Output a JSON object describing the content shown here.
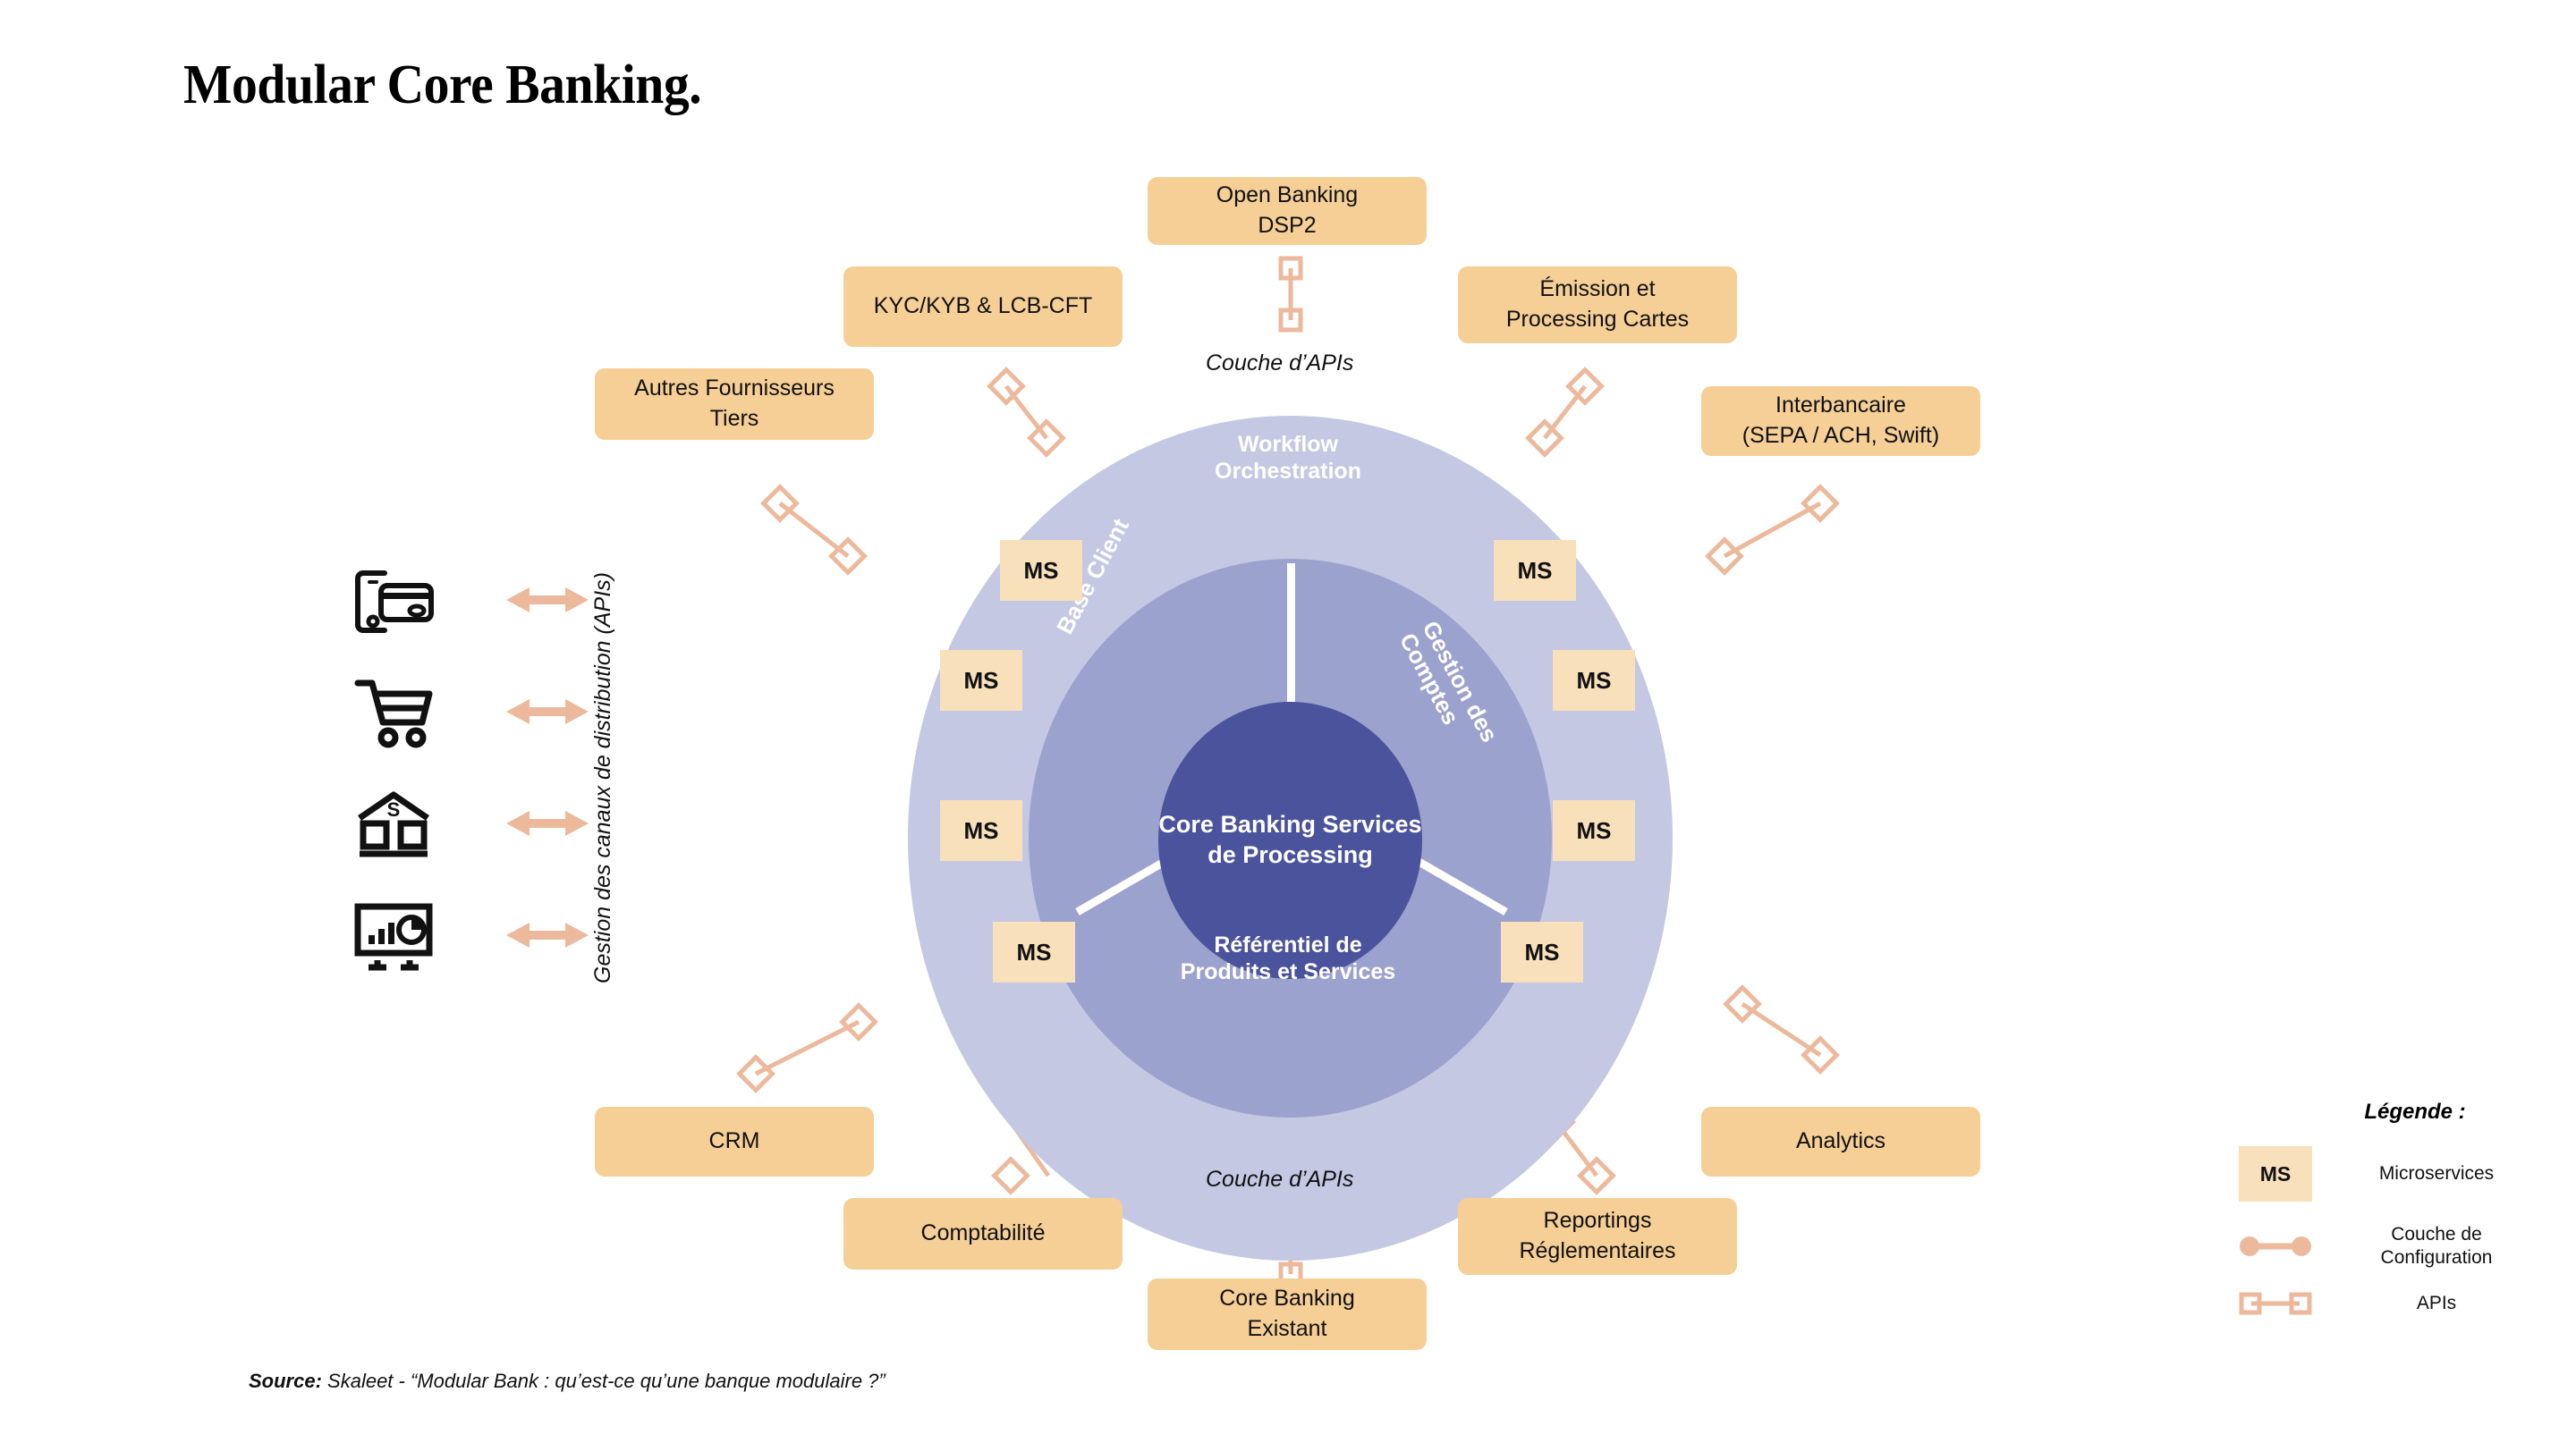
{
  "title": "Modular Core Banking.",
  "source": {
    "prefix": "Source:",
    "text": " Skaleet - “Modular Bank : qu’est-ce qu’une banque modulaire ?”"
  },
  "colors": {
    "outer_ring": "#c4c8e2",
    "inner_ring": "#9ba2cd",
    "core": "#4a539c",
    "ms_box": "#f8e0bb",
    "outer_box": "#f6cf96",
    "connector": "#edb99c",
    "text_dark": "#111111",
    "text_light": "#ffffff"
  },
  "center": {
    "core_label": "Core Banking\nServices de\nProcessing",
    "outer_ring_label": "Workflow\nOrchestration",
    "bottom_ring_label": "Référentiel de\nProduits et Services",
    "sector_left": "Base Client",
    "sector_right": "Gestion des\nComptes",
    "ms_label": "MS",
    "ms_boxes": [
      {
        "id": "ms-left-1",
        "label": "MS"
      },
      {
        "id": "ms-left-2",
        "label": "MS"
      },
      {
        "id": "ms-left-3",
        "label": "MS"
      },
      {
        "id": "ms-left-4",
        "label": "MS"
      },
      {
        "id": "ms-right-1",
        "label": "MS"
      },
      {
        "id": "ms-right-2",
        "label": "MS"
      },
      {
        "id": "ms-right-3",
        "label": "MS"
      },
      {
        "id": "ms-right-4",
        "label": "MS"
      }
    ]
  },
  "api_layer_labels": {
    "top": "Couche d’APIs",
    "bottom": "Couche d’APIs"
  },
  "outer_boxes": [
    {
      "id": "open-banking-dsp2",
      "label": "Open Banking\nDSP2"
    },
    {
      "id": "kyc-kyb-lcb-cft",
      "label": "KYC/KYB & LCB-CFT"
    },
    {
      "id": "autres-fournisseurs",
      "label": "Autres Fournisseurs\nTiers"
    },
    {
      "id": "emission-cartes",
      "label": "Émission et\nProcessing Cartes"
    },
    {
      "id": "interbancaire",
      "label": "Interbancaire\n(SEPA / ACH, Swift)"
    },
    {
      "id": "crm",
      "label": "CRM"
    },
    {
      "id": "comptabilite",
      "label": "Comptabilité"
    },
    {
      "id": "core-banking-existant",
      "label": "Core Banking\nExistant"
    },
    {
      "id": "reportings",
      "label": "Reportings\nRéglementaires"
    },
    {
      "id": "analytics",
      "label": "Analytics"
    }
  ],
  "channels": {
    "axis_label": "Gestion des canaux de distribution (APIs)",
    "icons": [
      {
        "id": "mobile-payment-icon",
        "name": "mobile-card-payment-icon"
      },
      {
        "id": "ecommerce-icon",
        "name": "shopping-cart-icon"
      },
      {
        "id": "branch-icon",
        "name": "bank-building-icon"
      },
      {
        "id": "analytics-icon",
        "name": "dashboard-monitor-icon"
      }
    ]
  },
  "legend": {
    "title": "Légende :",
    "items": [
      {
        "id": "legend-microservices",
        "swatch": "ms-box",
        "label": "Microservices",
        "sample": "MS"
      },
      {
        "id": "legend-config",
        "swatch": "dumbbell-circles",
        "label": "Couche de\nConfiguration"
      },
      {
        "id": "legend-apis",
        "swatch": "dumbbell-squares",
        "label": "APIs"
      }
    ]
  }
}
